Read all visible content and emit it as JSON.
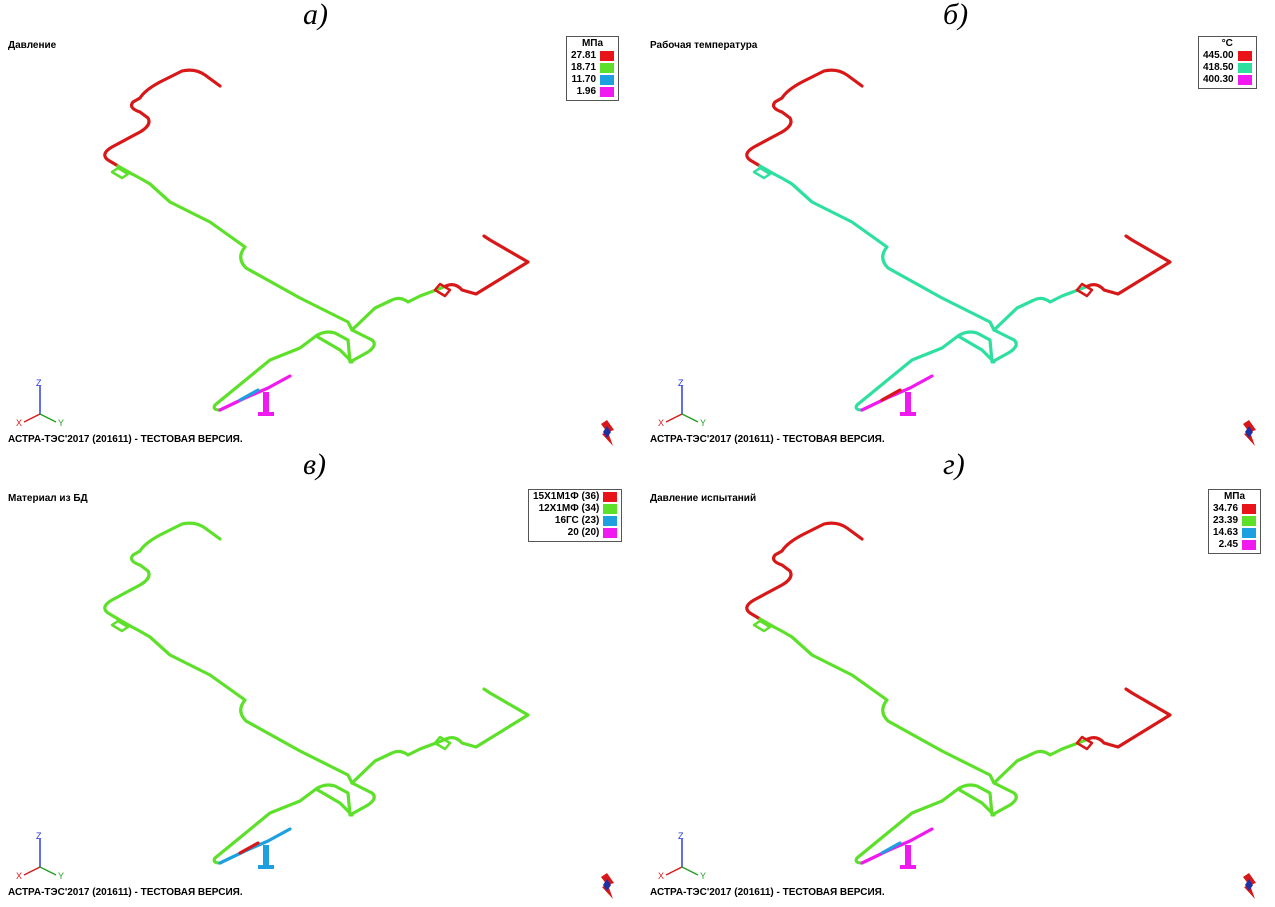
{
  "panels": [
    {
      "caption": "а)",
      "title": "Давление",
      "legend_header": "МПа",
      "legend": [
        {
          "label": "27.81",
          "color": "#e8141a"
        },
        {
          "label": "18.71",
          "color": "#5de02a"
        },
        {
          "label": "11.70",
          "color": "#1ea0e0"
        },
        {
          "label": "1.96",
          "color": "#f01af0"
        }
      ],
      "pipe_colors": {
        "upper": "#d81818",
        "main": "#5de02a",
        "base": "#f01af0",
        "right": "#d81818",
        "accent": "#1ea0e0"
      },
      "footer": "АСТРА-ТЭС'2017 (201611) - ТЕСТОВАЯ ВЕРСИЯ."
    },
    {
      "caption": "б)",
      "title": "Рабочая температура",
      "legend_header": "°C",
      "legend": [
        {
          "label": "445.00",
          "color": "#e8141a"
        },
        {
          "label": "418.50",
          "color": "#2ee0a0"
        },
        {
          "label": "400.30",
          "color": "#f01af0"
        }
      ],
      "pipe_colors": {
        "upper": "#d81818",
        "main": "#2ee0a0",
        "base": "#f01af0",
        "right": "#d81818",
        "accent": "#d81818"
      },
      "footer": "АСТРА-ТЭС'2017 (201611) - ТЕСТОВАЯ ВЕРСИЯ."
    },
    {
      "caption": "в)",
      "title": "Материал из БД",
      "legend_header": "",
      "legend": [
        {
          "label": "15Х1М1Ф (36)",
          "color": "#e8141a"
        },
        {
          "label": "12Х1МФ (34)",
          "color": "#5de02a"
        },
        {
          "label": "16ГС (23)",
          "color": "#1ea0e0"
        },
        {
          "label": "20 (20)",
          "color": "#f01af0"
        }
      ],
      "pipe_colors": {
        "upper": "#5de02a",
        "main": "#5de02a",
        "base": "#1ea0e0",
        "right": "#5de02a",
        "accent": "#d81818"
      },
      "footer": "АСТРА-ТЭС'2017 (201611) - ТЕСТОВАЯ ВЕРСИЯ."
    },
    {
      "caption": "г)",
      "title": "Давление испытаний",
      "legend_header": "МПа",
      "legend": [
        {
          "label": "34.76",
          "color": "#e8141a"
        },
        {
          "label": "23.39",
          "color": "#5de02a"
        },
        {
          "label": "14.63",
          "color": "#1ea0e0"
        },
        {
          "label": "2.45",
          "color": "#f01af0"
        }
      ],
      "pipe_colors": {
        "upper": "#d81818",
        "main": "#5de02a",
        "base": "#f01af0",
        "right": "#d81818",
        "accent": "#1ea0e0"
      },
      "footer": "АСТРА-ТЭС'2017 (201611) - ТЕСТОВАЯ ВЕРСИЯ."
    }
  ],
  "axis_labels": {
    "z": "Z",
    "y": "Y",
    "x": "X"
  }
}
